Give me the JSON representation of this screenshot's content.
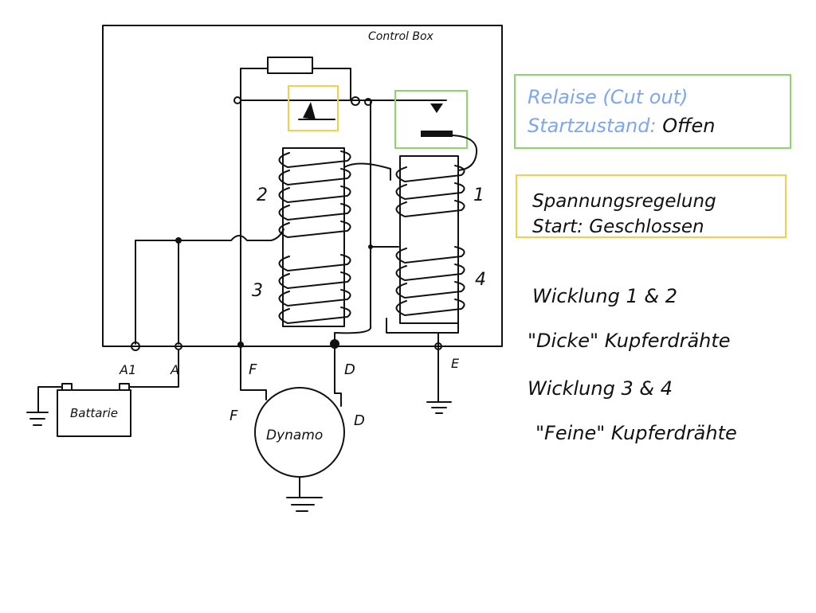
{
  "control_box": {
    "title": "Control Box"
  },
  "relay_note": {
    "title": "Relaise (Cut out)",
    "state_label": "Startzustand:",
    "state_value": "Offen",
    "border_color": "#8fd46a",
    "text_color": "#7ea6f0"
  },
  "regulator_note": {
    "title": "Spannungsregelung",
    "state": "Start: Geschlossen",
    "border_color": "#f2d04a"
  },
  "coil_labels": {
    "w1": "1",
    "w2": "2",
    "w3": "3",
    "w4": "4"
  },
  "terminals": {
    "a1": "A1",
    "a": "A",
    "f": "F",
    "d": "D",
    "e": "E"
  },
  "dynamo": {
    "label": "Dynamo",
    "f": "F",
    "d": "D"
  },
  "battery": {
    "label": "Battarie"
  },
  "notes": {
    "w12": "Wicklung 1 & 2",
    "w12_desc": "\"Dicke\" Kupferdrähte",
    "w34": "Wicklung 3 & 4",
    "w34_desc": "\"Feine\" Kupferdrähte"
  }
}
